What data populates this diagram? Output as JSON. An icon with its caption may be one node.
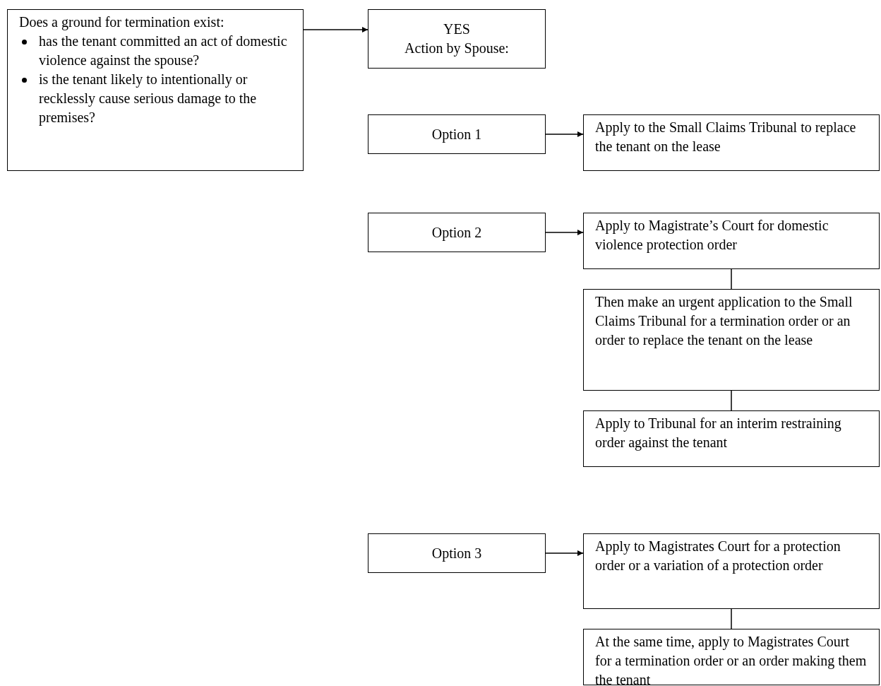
{
  "diagram": {
    "nodes": [
      {
        "text": [
          "Does a ground for termination exist:",
          "has the tenant committed an act of domestic violence against the spouse?",
          "is the tenant likely to intentionally or recklessly cause serious damage to the premises?"
        ]
      },
      {
        "text": [
          "YES",
          "Action by Spouse:"
        ]
      },
      {
        "text": [
          "Option 1"
        ]
      },
      {
        "text": [
          "Apply to the Small Claims Tribunal to replace the tenant on the lease"
        ]
      },
      {
        "text": [
          "Option 2"
        ]
      },
      {
        "text": [
          "Apply to Magistrate’s Court for domestic violence protection order"
        ]
      },
      {
        "text": [
          "Then make an urgent application to the Small Claims Tribunal for a termination order or an order to replace the tenant on the lease"
        ]
      },
      {
        "text": [
          "Apply to Tribunal for an interim restraining order against the tenant"
        ]
      },
      {
        "text": [
          "Option 3"
        ]
      },
      {
        "text": [
          "Apply to Magistrates Court for a protection order or a variation of a protection order"
        ]
      },
      {
        "text": [
          "At the same time, apply to Magistrates Court for a termination order or an order making them the tenant"
        ]
      }
    ],
    "edges": [
      {
        "from": 0,
        "to": 1,
        "arrow": "to"
      },
      {
        "from": 2,
        "to": 3,
        "arrow": "to"
      },
      {
        "from": 4,
        "to": 5,
        "arrow": "to"
      },
      {
        "from": 5,
        "to": 6,
        "arrow": "none"
      },
      {
        "from": 6,
        "to": 7,
        "arrow": "none"
      },
      {
        "from": 8,
        "to": 9,
        "arrow": "to"
      },
      {
        "from": 9,
        "to": 10,
        "arrow": "none"
      }
    ]
  }
}
